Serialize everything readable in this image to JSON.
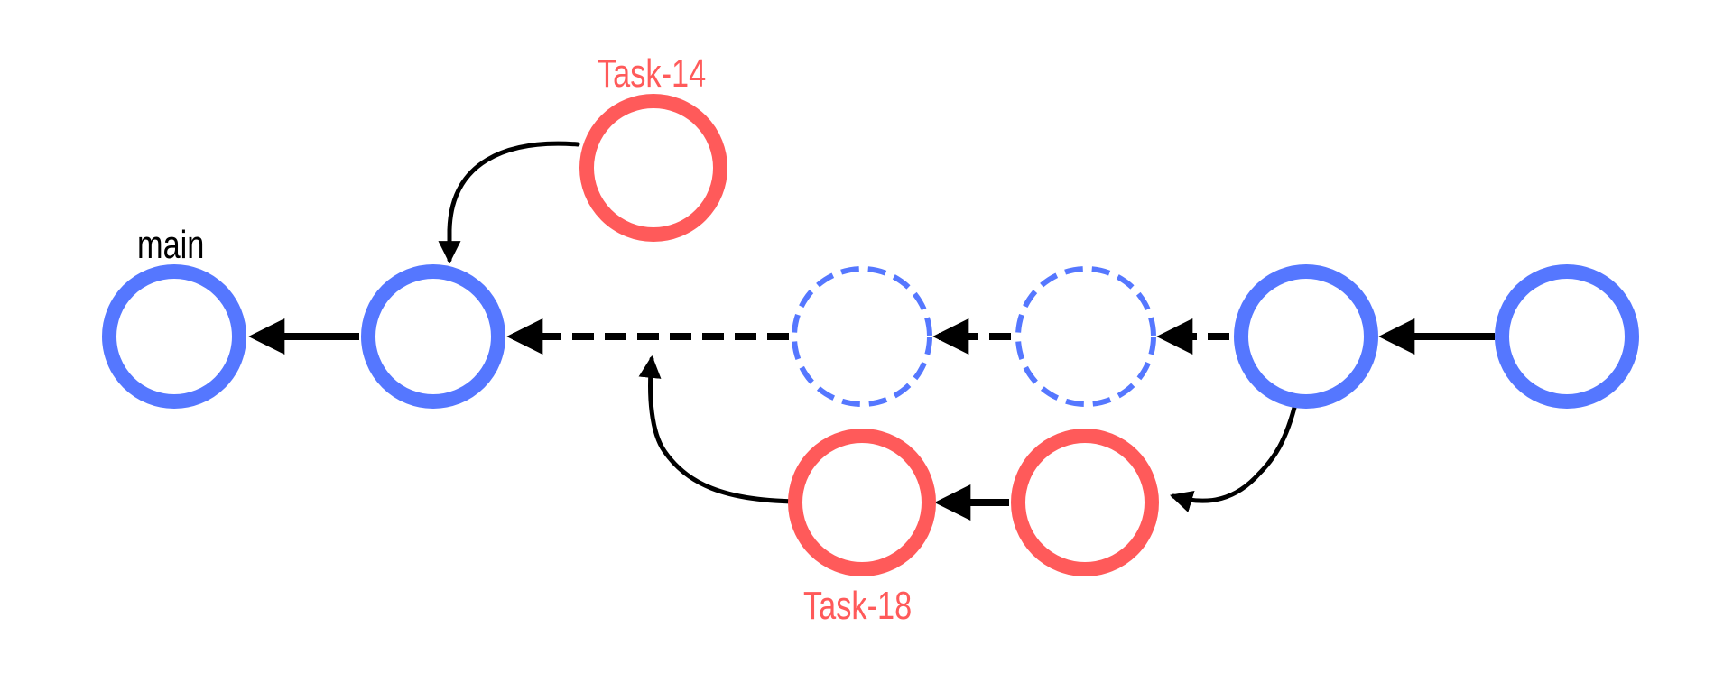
{
  "colors": {
    "main_branch": "#5577ff",
    "task_branch": "#ff5a5a",
    "arrow": "#000000",
    "label_main": "#000000"
  },
  "labels": {
    "main": "main",
    "task14": "Task-14",
    "task18": "Task-18"
  }
}
